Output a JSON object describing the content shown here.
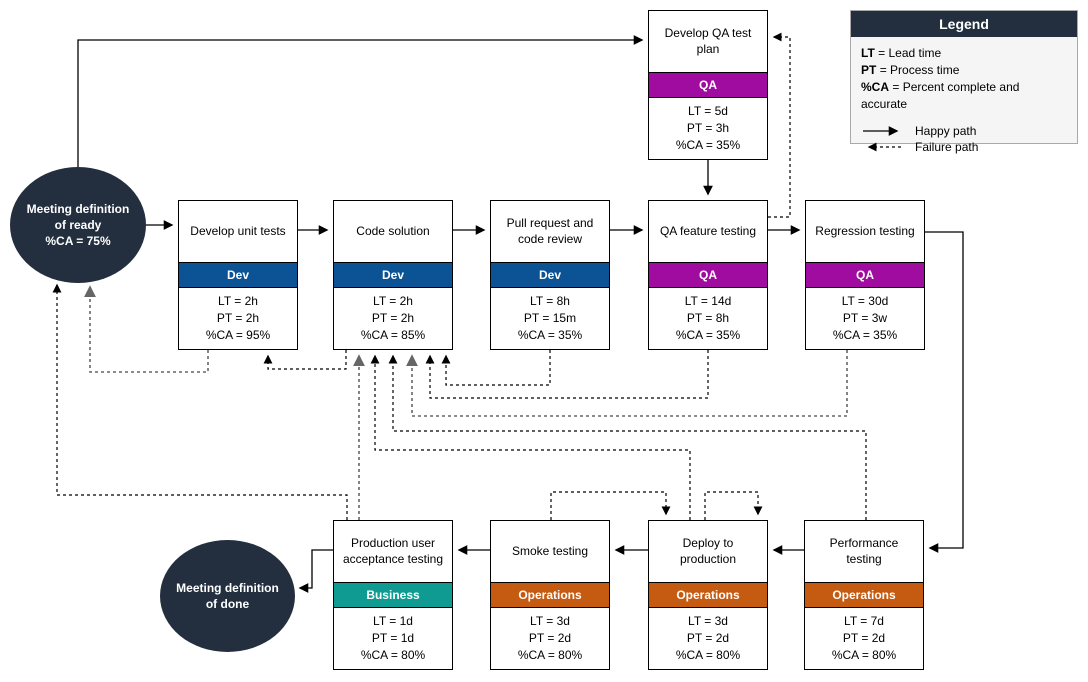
{
  "legend": {
    "title": "Legend",
    "entries": [
      {
        "key": "LT",
        "desc": "= Lead time"
      },
      {
        "key": "PT",
        "desc": "= Process time"
      },
      {
        "key": "%CA",
        "desc": "= Percent complete and accurate"
      }
    ],
    "paths": [
      {
        "style": "solid",
        "label": "Happy path"
      },
      {
        "style": "dashed",
        "label": "Failure path"
      }
    ]
  },
  "terminals": {
    "ready": {
      "label": "Meeting definition of ready",
      "ca": "%CA = 75%"
    },
    "done": {
      "label": "Meeting definition of done"
    }
  },
  "nodes": [
    {
      "title": "Develop unit tests",
      "role": "Dev",
      "lt": "LT = 2h",
      "pt": "PT = 2h",
      "ca": "%CA = 95%"
    },
    {
      "title": "Code solution",
      "role": "Dev",
      "lt": "LT = 2h",
      "pt": "PT = 2h",
      "ca": "%CA = 85%"
    },
    {
      "title": "Pull request and code review",
      "role": "Dev",
      "lt": "LT = 8h",
      "pt": "PT = 15m",
      "ca": "%CA = 35%"
    },
    {
      "title": "QA feature testing",
      "role": "QA",
      "lt": "LT = 14d",
      "pt": "PT = 8h",
      "ca": "%CA = 35%"
    },
    {
      "title": "Regression testing",
      "role": "QA",
      "lt": "LT = 30d",
      "pt": "PT = 3w",
      "ca": "%CA = 35%"
    },
    {
      "title": "Develop QA test plan",
      "role": "QA",
      "lt": "LT = 5d",
      "pt": "PT = 3h",
      "ca": "%CA = 35%"
    },
    {
      "title": "Performance testing",
      "role": "Operations",
      "lt": "LT = 7d",
      "pt": "PT = 2d",
      "ca": "%CA = 80%"
    },
    {
      "title": "Deploy to production",
      "role": "Operations",
      "lt": "LT = 3d",
      "pt": "PT = 2d",
      "ca": "%CA = 80%"
    },
    {
      "title": "Smoke testing",
      "role": "Operations",
      "lt": "LT = 3d",
      "pt": "PT = 2d",
      "ca": "%CA = 80%"
    },
    {
      "title": "Production user acceptance testing",
      "role": "Business",
      "lt": "LT = 1d",
      "pt": "PT = 1d",
      "ca": "%CA = 80%"
    }
  ],
  "colors": {
    "dev_band": "#0B5394",
    "qa_band": "#A00BA0",
    "operations_band": "#C55A11",
    "business_band": "#0F9B91",
    "terminal_fill": "#232F3E",
    "legend_header": "#232F3E",
    "happy_path": "#000000",
    "failure_path": "#000000",
    "failure_path_alt": "#666666"
  }
}
